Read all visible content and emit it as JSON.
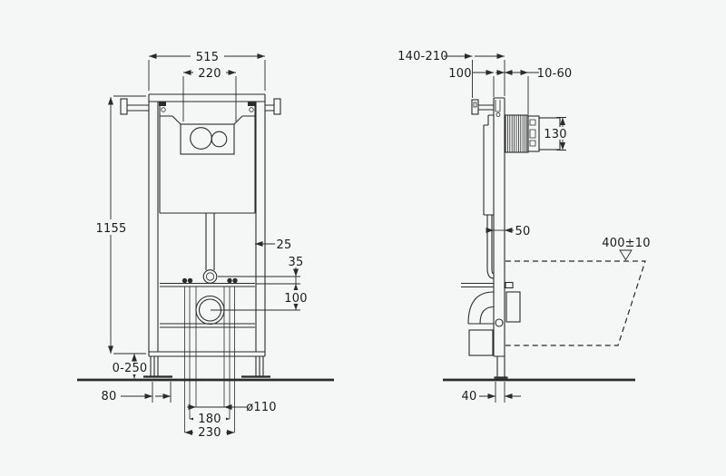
{
  "drawing": {
    "type": "installation-frame-technical-drawing",
    "colors": {
      "background": "#f5f6f6",
      "line": "#2b2b2b",
      "text": "#1c1c1c"
    },
    "front_view": {
      "width_overall": "515",
      "access_width": "220",
      "frame_height": "1155",
      "profile_depth": "25",
      "inlet_offset": "35",
      "outlet_offset": "100",
      "foot_adjustment": "0-250",
      "foot_plate_offset": "80",
      "outlet_diameter": "ø110",
      "bolt_spacing_inner": "180",
      "bolt_spacing_outer": "230"
    },
    "side_view": {
      "wall_distance_range": "140-210",
      "wall_distance_min": "100",
      "finish_adjustment": "10-60",
      "actuator_box_height": "130",
      "frame_profile_depth": "50",
      "bowl_rim_height": "400±10",
      "foot_profile_depth": "40"
    }
  }
}
